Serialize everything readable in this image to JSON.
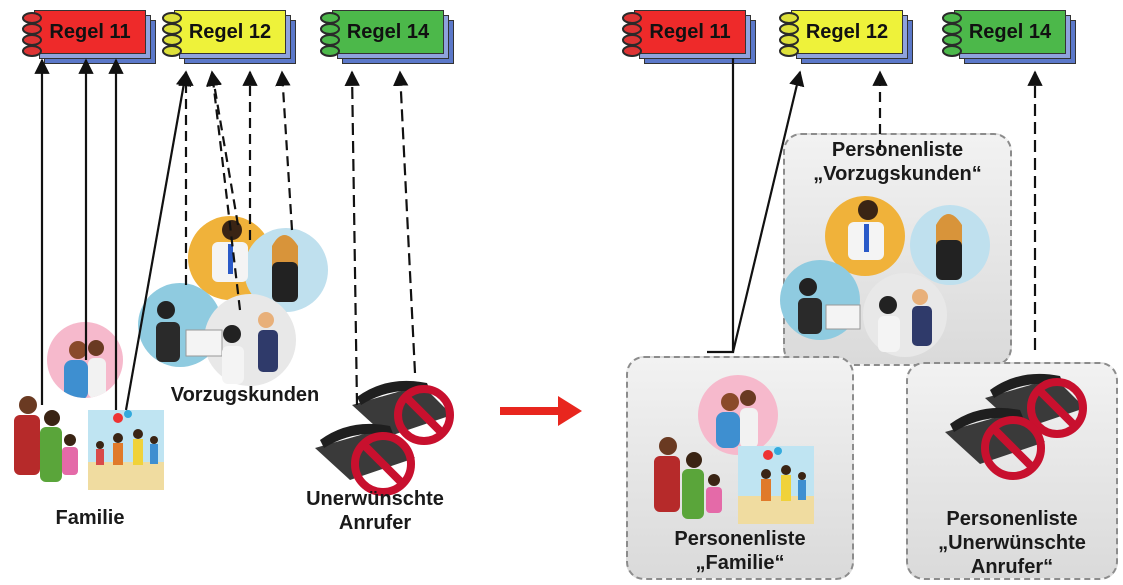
{
  "left": {
    "rules": [
      {
        "label": "Regel 11",
        "color": "#ee2a2a"
      },
      {
        "label": "Regel 12",
        "color": "#eef23a"
      },
      {
        "label": "Regel 14",
        "color": "#4cb84a"
      }
    ],
    "groups": {
      "family": "Familie",
      "customers": "Vorzugskunden",
      "unwanted_line1": "Unerwünschte",
      "unwanted_line2": "Anrufer"
    }
  },
  "right": {
    "rules": [
      {
        "label": "Regel 11",
        "color": "#ee2a2a"
      },
      {
        "label": "Regel 12",
        "color": "#eef23a"
      },
      {
        "label": "Regel 14",
        "color": "#4cb84a"
      }
    ],
    "lists": {
      "family_line1": "Personenliste",
      "family_line2": "„Familie“",
      "customers_line1": "Personenliste",
      "customers_line2": "„Vorzugskunden“",
      "unwanted_line1": "Personenliste",
      "unwanted_line2": "„Unerwünschte",
      "unwanted_line3": "Anrufer“"
    }
  },
  "colors": {
    "arrow": "#e8261e",
    "rule_stack_back": "#5b78c9",
    "rule_stack_mid": "#8ea2dd",
    "list_border": "#8c8c8c"
  },
  "icons": [
    "spiral-binder-icon",
    "family-photo",
    "customer-photo",
    "crossed-phone-icon",
    "transition-arrow-icon"
  ]
}
